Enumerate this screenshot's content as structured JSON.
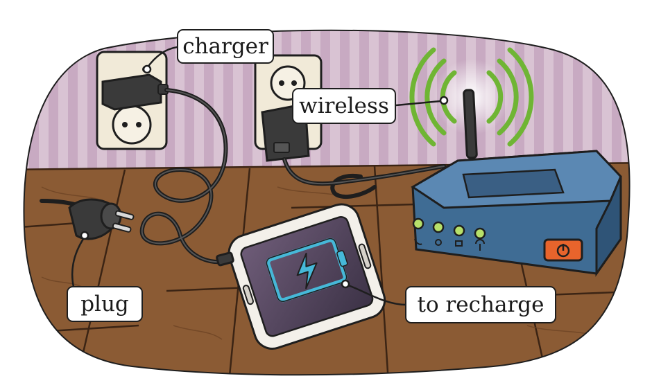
{
  "labels": {
    "charger": "charger",
    "wireless": "wireless",
    "plug": "plug",
    "recharge": "to recharge"
  },
  "colors": {
    "wall": "#d7bfd0",
    "wall_stripe": "#c6a7bf",
    "floor": "#8a5a33",
    "router": "#3f6c94",
    "wifi_waves": "#6fb534",
    "led": "#b7e06a",
    "power_button": "#e8642c",
    "battery_screen": "#46b8d8"
  },
  "icons": [
    "wall-socket-icon",
    "phone-charger-icon",
    "power-adapter-icon",
    "power-plug-icon",
    "smartphone-icon",
    "battery-charging-icon",
    "router-icon",
    "wifi-waves-icon",
    "power-button-icon"
  ]
}
